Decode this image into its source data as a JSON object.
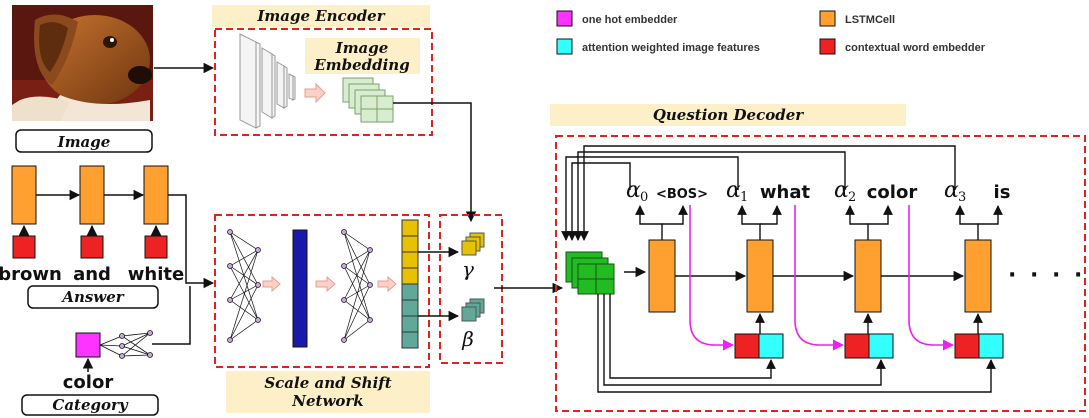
{
  "sections": {
    "image_encoder": "Image Encoder",
    "image_embedding_line1": "Image",
    "image_embedding_line2": "Embedding",
    "image": "Image",
    "answer": "Answer",
    "category": "Category",
    "scale_shift_line1": "Scale and Shift",
    "scale_shift_line2": "Network",
    "question_decoder": "Question Decoder"
  },
  "answer_words": [
    "brown",
    "and",
    "white"
  ],
  "category_word": "color",
  "legend": [
    {
      "label": "one hot embedder",
      "color": "#ff33ff"
    },
    {
      "label": "LSTMCell",
      "color": "#ffa030"
    },
    {
      "label": "attention weighted image features",
      "color": "#33ffff"
    },
    {
      "label": "contextual word embedder",
      "color": "#ee2222"
    }
  ],
  "decoder": {
    "alpha_symbol": "α",
    "alpha_subscripts": [
      "0",
      "1",
      "2",
      "3"
    ],
    "tokens": [
      "<BOS>",
      "what",
      "color",
      "is"
    ],
    "ellipsis": "· · · · · ·"
  },
  "film": {
    "gamma": "γ",
    "beta": "β"
  },
  "colors": {
    "lstm": "#ffa030",
    "word_embed": "#ee2222",
    "onehot": "#ff33ff",
    "attn": "#33ffff",
    "dashed": "#dd2222",
    "title_bg": "#fdf0c8",
    "blue_bar": "#1a1aaa",
    "green_feat": "#22bb22"
  }
}
